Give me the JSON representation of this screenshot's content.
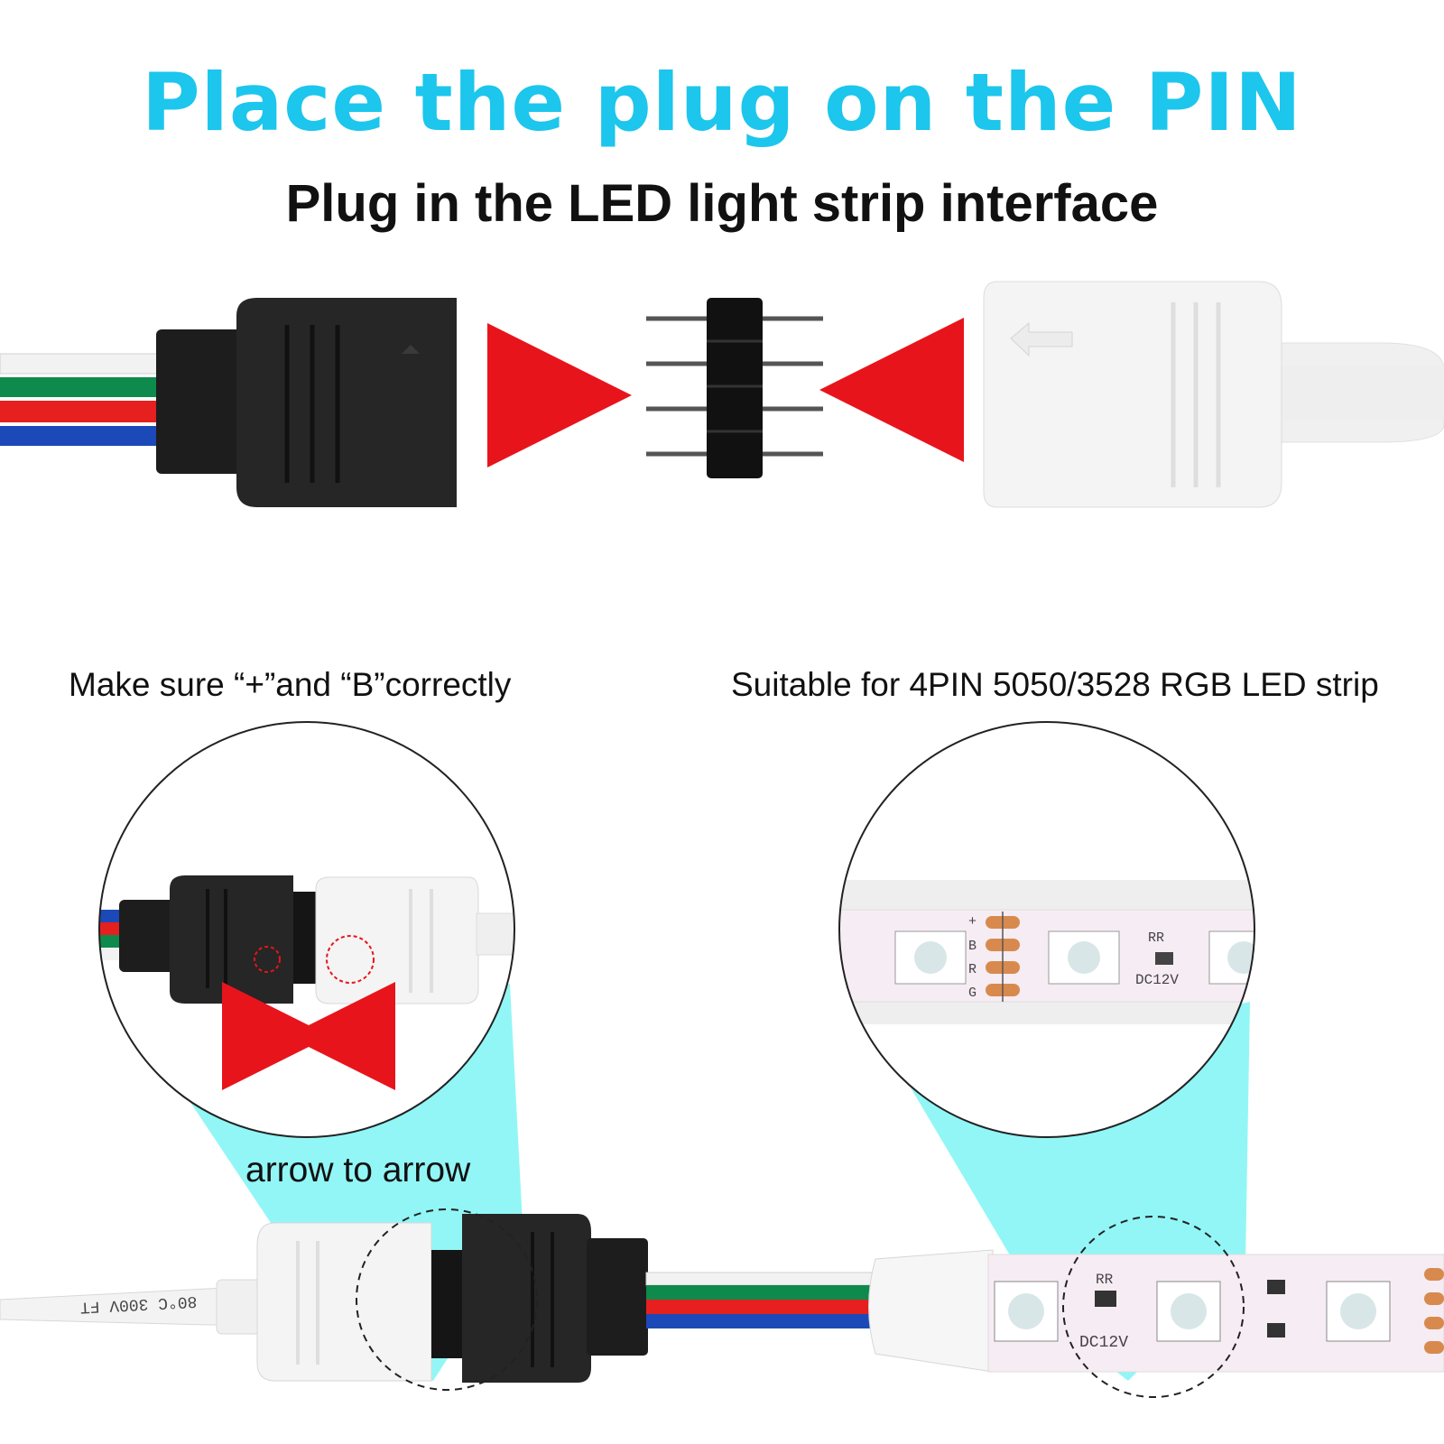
{
  "heading": {
    "title": "Place the plug on the PIN",
    "subtitle": "Plug in the LED light strip interface"
  },
  "captions": {
    "left": "Make sure “+”and “B”correctly",
    "right": "Suitable for 4PIN 5050/3528 RGB LED strip",
    "arrow_hint": "arrow to arrow"
  },
  "strip_labels": {
    "voltage": "DC12V",
    "resistor": "RR",
    "pad_plus": "+",
    "pad_b": "B",
    "pad_r": "R",
    "pad_g": "G",
    "cable_print": "80°C 300V FT"
  },
  "colors": {
    "title": "#1cc6ec",
    "arrow": "#e8141b",
    "highlight": "#7ff5f5",
    "wire_white": "#f2f2f2",
    "wire_green": "#0e8a4d",
    "wire_red": "#e5201e",
    "wire_blue": "#1c49b8"
  }
}
